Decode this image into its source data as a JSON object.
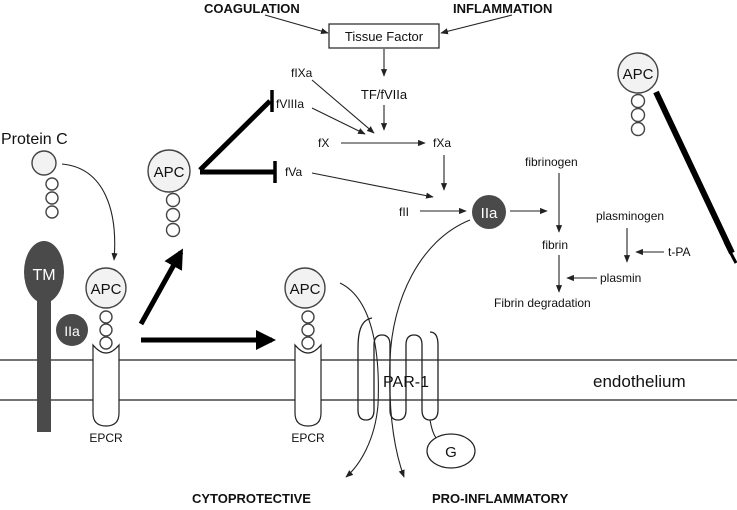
{
  "headers": {
    "coagulation": "COAGULATION",
    "inflammation": "INFLAMMATION",
    "cytoprotective": "CYTOPROTECTIVE",
    "pro_inflammatory": "PRO-INFLAMMATORY"
  },
  "cascade": {
    "tissue_factor": "Tissue Factor",
    "tf_fviia": "TF/fVIIa",
    "fixa": "fIXa",
    "fviiia": "fVIIIa",
    "fx": "fX",
    "fxa": "fXa",
    "fva": "fVa",
    "fii": "fII",
    "iia": "IIa"
  },
  "fibrinolysis": {
    "fibrinogen": "fibrinogen",
    "fibrin": "fibrin",
    "plasminogen": "plasminogen",
    "plasmin": "plasmin",
    "tpa": "t-PA",
    "fibrin_degradation": "Fibrin degradation"
  },
  "molecules": {
    "protein_c": "Protein C",
    "apc": "APC",
    "tm": "TM",
    "iia": "IIa",
    "epcr": "EPCR",
    "par1": "PAR-1",
    "g": "G"
  },
  "membrane": {
    "endothelium": "endothelium"
  },
  "colors": {
    "dark_molecule": "#4a4a4a",
    "line": "#222222"
  }
}
